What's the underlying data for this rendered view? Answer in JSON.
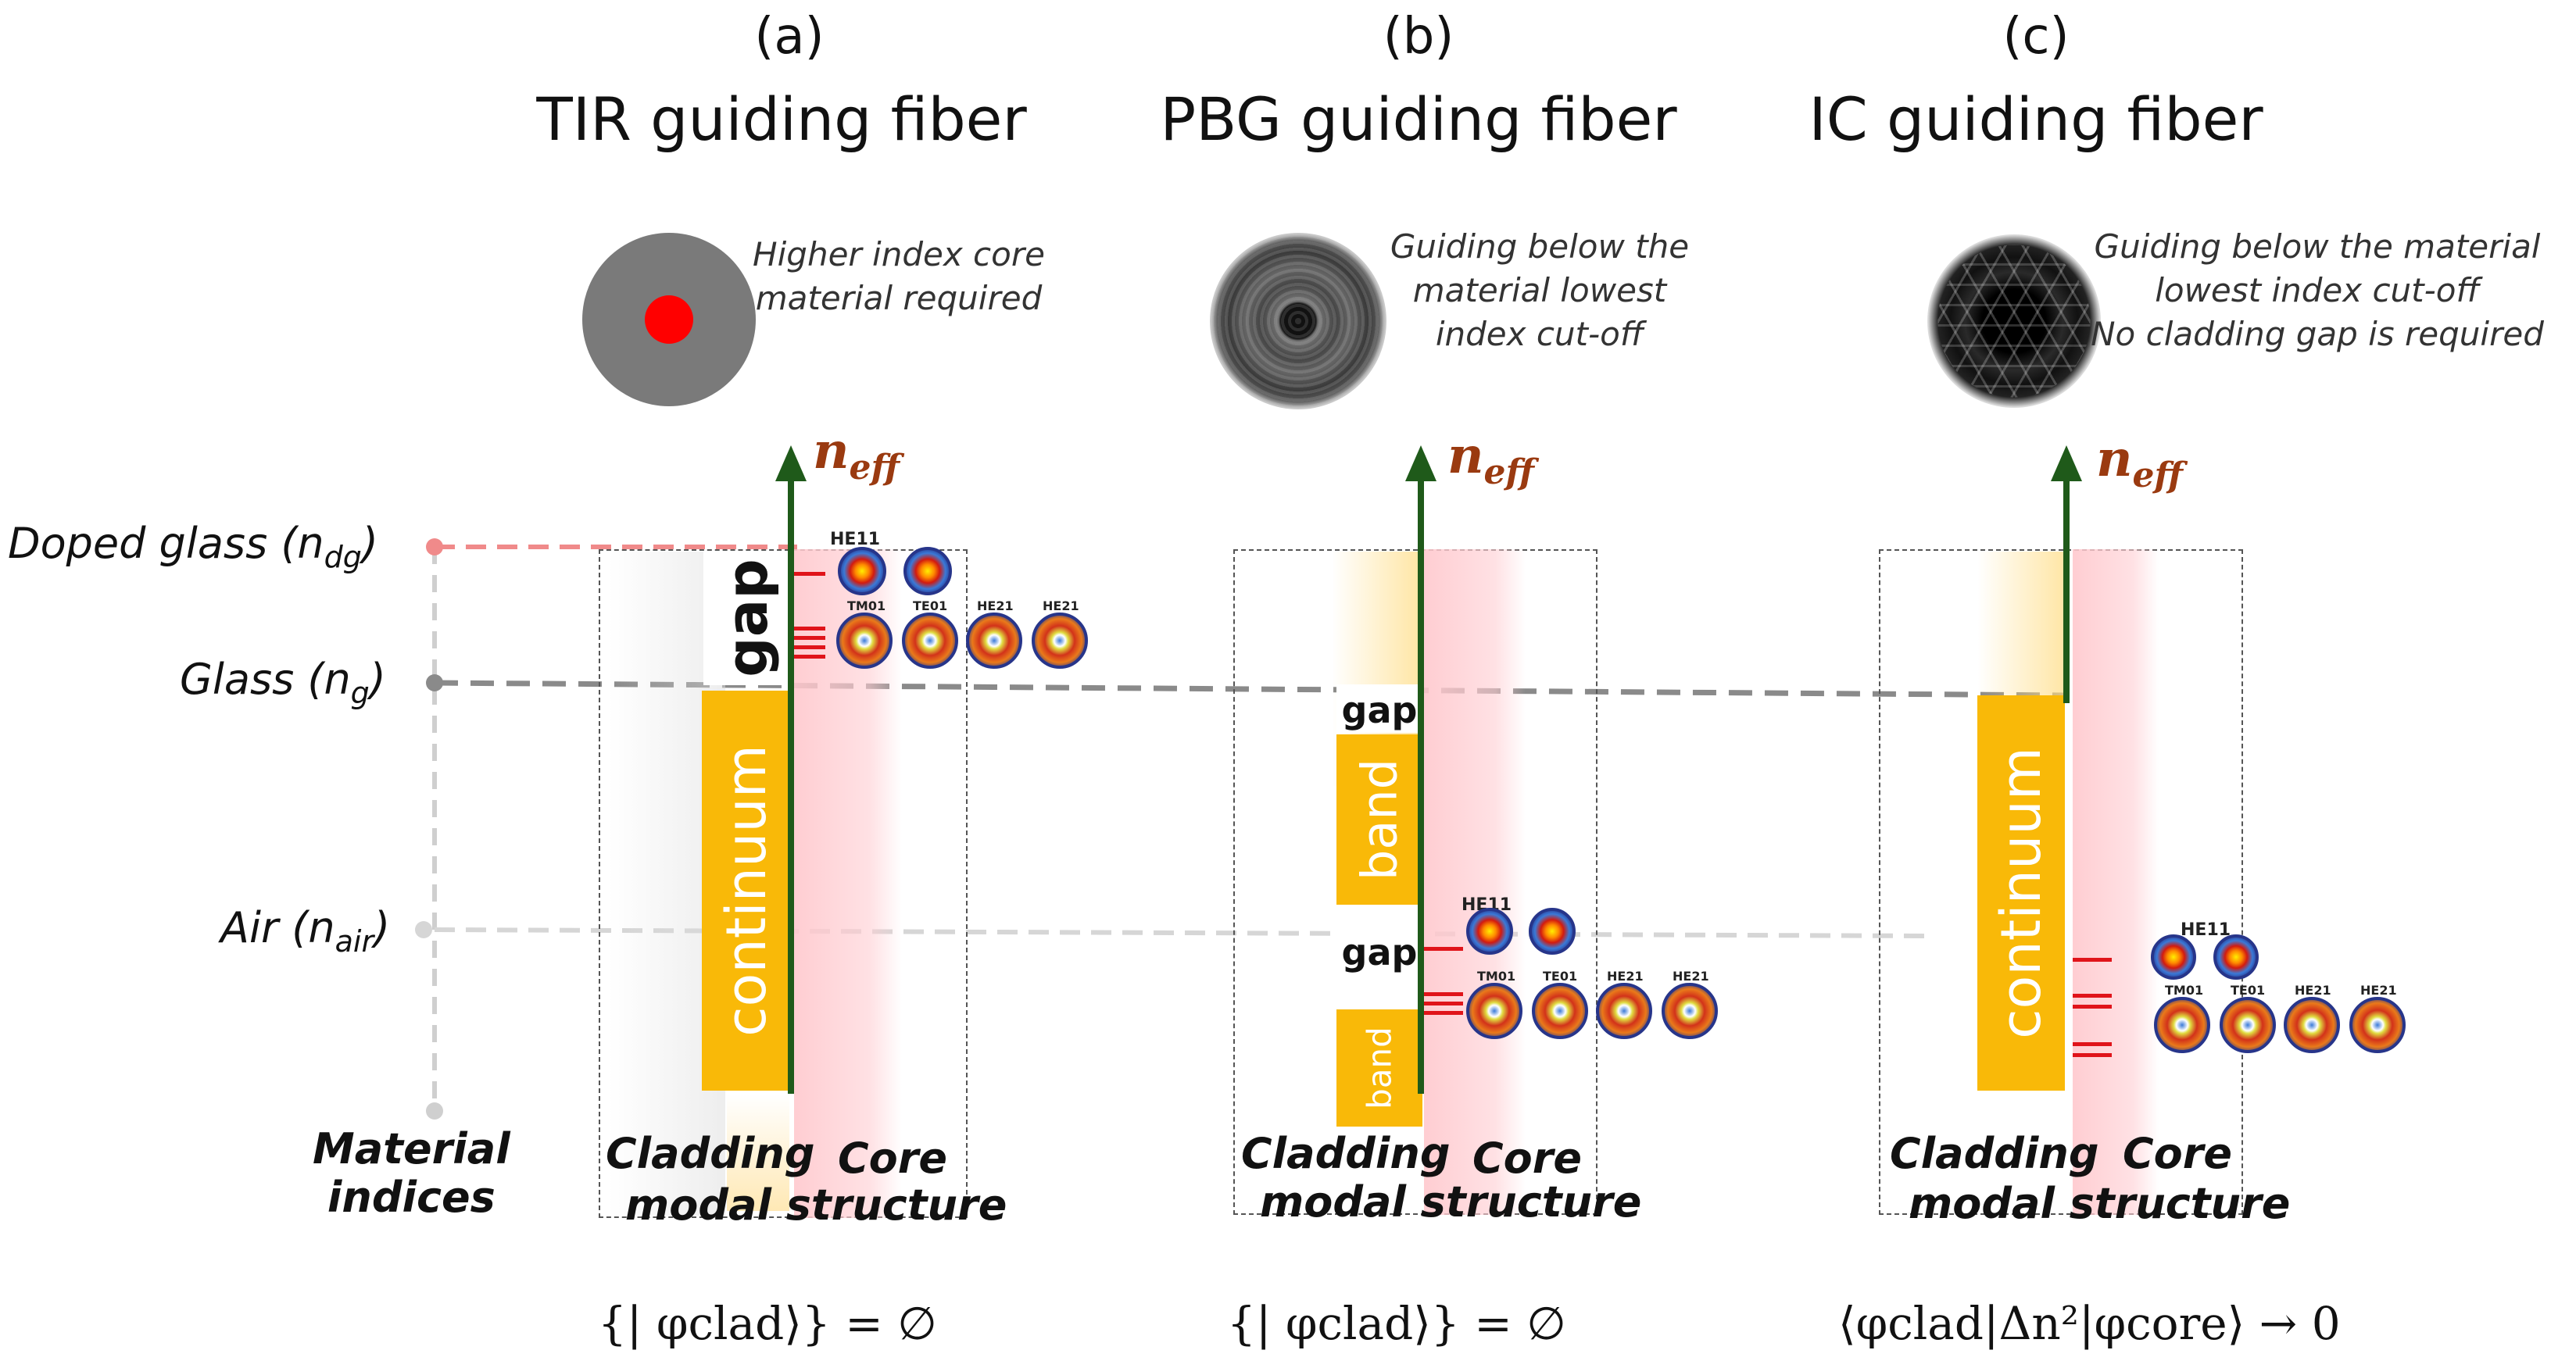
{
  "panels": [
    {
      "letter": "(a)",
      "title": "TIR guiding fiber",
      "note": [
        "Higher index core",
        "material required"
      ],
      "equation": "{| φclad⟩} = ∅"
    },
    {
      "letter": "(b)",
      "title": "PBG guiding fiber",
      "note": [
        "Guiding below the",
        "material lowest",
        "index cut-off"
      ],
      "equation": "{| φclad⟩} = ∅"
    },
    {
      "letter": "(c)",
      "title": "IC guiding fiber",
      "note": [
        "Guiding below the material",
        "lowest index cut-off",
        "No cladding gap is required"
      ],
      "equation": "⟨φclad|Δn²|φcore⟩ → 0"
    }
  ],
  "axis": {
    "neff_base": "n",
    "neff_sub": "eff"
  },
  "indices": {
    "doped": {
      "text": "Doped glass (n",
      "sub": "dg",
      "close": ")"
    },
    "glass": {
      "text": "Glass (n",
      "sub": "g",
      "close": ")"
    },
    "air": {
      "text": "Air (n",
      "sub": "air",
      "close": ")"
    },
    "footer": [
      "Material",
      "indices"
    ]
  },
  "labels": {
    "gap": "gap",
    "band": "band",
    "continuum": "continuum",
    "cladding": "Cladding",
    "core": "Core",
    "modal_structure": "modal structure"
  },
  "modes": {
    "he11": "HE11",
    "tm01": "TM01",
    "te01": "TE01",
    "he21": "HE21"
  },
  "colors": {
    "continuum": "#f9b908",
    "axis": "#1f5a1a",
    "core_band": "#ffd1d5",
    "red_tick": "#e0141a",
    "neff": "#9a3a10"
  }
}
